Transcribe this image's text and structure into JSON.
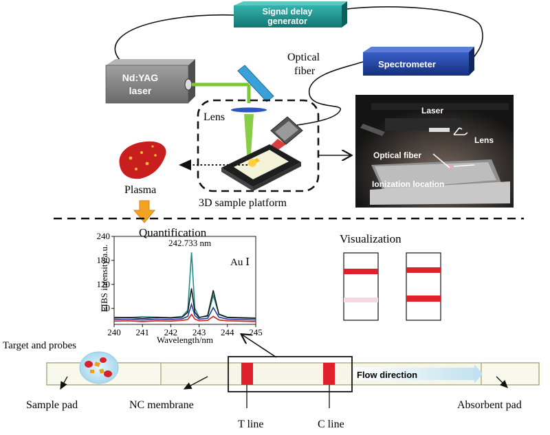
{
  "colors": {
    "teal_box": "#1f8f8a",
    "blue_box": "#1f3f9a",
    "gray_box": "#8a8a8a",
    "laser_green": "#7cc832",
    "laser_red": "#d62828",
    "test_red": "#e0202a",
    "strip_bg": "#f7f7e8",
    "strip_border": "#a0a070",
    "series_teal": "#1e8c8c",
    "series_blue": "#1f3aa0",
    "series_red": "#d62020",
    "series_black": "#1a1a1a"
  },
  "setup": {
    "signal_delay_generator": "Signal delay generator",
    "spectrometer": "Spectrometer",
    "nd_yag_laser": "Nd:YAG laser",
    "optical_fiber": "Optical fiber",
    "lens": "Lens",
    "plasma": "Plasma",
    "sample_platform": "3D sample platform",
    "quantification": "Quantification",
    "visualization": "Visualization"
  },
  "photo": {
    "laser": "Laser",
    "lens": "Lens",
    "optical_fiber": "Optical fiber",
    "ionization_location": "Ionization location"
  },
  "chart_data": {
    "type": "line",
    "xlabel": "Wavelength/nm",
    "ylabel": "LIBS intensity/a.u.",
    "xlim": [
      240,
      245
    ],
    "ylim": [
      20,
      240
    ],
    "x_ticks": [
      "240",
      "241",
      "242",
      "243",
      "244",
      "245"
    ],
    "y_ticks": [
      "60",
      "120",
      "180",
      "240"
    ],
    "element_label": "Au Ⅰ",
    "peak_label": "242.733 nm",
    "x": [
      240.0,
      240.5,
      241.0,
      241.5,
      242.0,
      242.4,
      242.6,
      242.733,
      242.85,
      243.0,
      243.3,
      243.5,
      243.7,
      244.0,
      244.5,
      245.0
    ],
    "series": [
      {
        "values": [
          38,
          37,
          39,
          38,
          37,
          40,
          55,
          200,
          60,
          38,
          40,
          92,
          46,
          38,
          37,
          36
        ]
      },
      {
        "values": [
          36,
          37,
          35,
          37,
          36,
          38,
          50,
          110,
          50,
          37,
          42,
          105,
          45,
          37,
          36,
          35
        ]
      },
      {
        "values": [
          32,
          33,
          31,
          33,
          32,
          34,
          40,
          70,
          42,
          33,
          35,
          62,
          38,
          33,
          32,
          31
        ]
      },
      {
        "values": [
          28,
          29,
          27,
          29,
          28,
          30,
          32,
          45,
          33,
          29,
          30,
          40,
          31,
          29,
          28,
          27
        ]
      }
    ]
  },
  "strip": {
    "target_and_probes": "Target and probes",
    "flow_direction": "Flow direction",
    "sample_pad": "Sample pad",
    "nc_membrane": "NC membrane",
    "t_line": "T line",
    "c_line": "C line",
    "absorbent_pad": "Absorbent pad"
  }
}
